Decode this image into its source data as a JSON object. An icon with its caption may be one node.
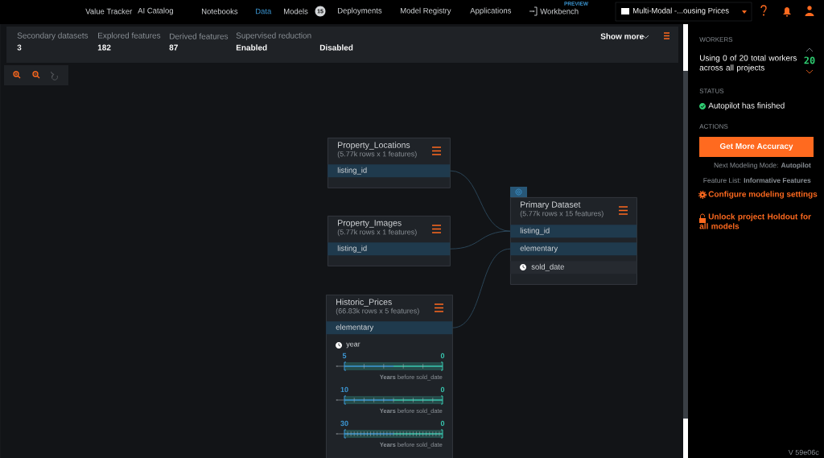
{
  "diagram": {
    "nodes": [
      {
        "text": [
          "Property_Locations",
          "(5.77k rows x 1 features)"
        ]
      },
      {
        "text": [
          "listing_id"
        ],
        "in": 0
      },
      {
        "text": [
          "Property_Images",
          "(5.77k rows x 1 features)"
        ]
      },
      {
        "text": [
          "listing_id"
        ],
        "in": 2
      },
      {
        "text": [
          "Primary Dataset",
          "(5.77k rows x 15 features)"
        ]
      },
      {
        "text": [
          "listing_id"
        ],
        "in": 4
      },
      {
        "text": [
          "elementary"
        ],
        "in": 4
      },
      {
        "text": [
          "sold_date"
        ],
        "in": 4
      },
      {
        "text": [
          "Historic_Prices",
          "(66.83k rows x 5 features)"
        ]
      },
      {
        "text": [
          "elementary"
        ],
        "in": 8
      }
    ],
    "edges": [
      {
        "from": 1,
        "to": 5,
        "arrow": "none"
      },
      {
        "from": 3,
        "to": 5,
        "arrow": "none"
      },
      {
        "from": 9,
        "to": 6,
        "arrow": "none"
      }
    ],
    "labels": [
      "Value Tracker",
      "AI Catalog",
      "Notebooks",
      "Data",
      "Models",
      "15",
      "Deployments",
      "Model Registry",
      "Applications",
      "Workbench",
      "PREVIEW",
      "Multi-Modal -...ousing Prices",
      "Secondary datasets",
      "Explored features",
      "Derived features",
      "Supervised reduction",
      "3",
      "182",
      "87",
      "Enabled",
      "Disabled",
      "Show more",
      "WORKERS",
      "Using 0 of 20 total workers across all projects",
      "20",
      "STATUS",
      "Autopilot has finished",
      "ACTIONS",
      "Get More Accuracy",
      "Next Modeling Mode: **Autopilot**",
      "Feature List: **Informative Features**",
      "Configure modeling settings",
      "Unlock project Holdout for all models",
      "year",
      "5",
      "0",
      "**Years** before sold_date",
      "10",
      "0",
      "**Years** before sold_date",
      "30",
      "0",
      "**Years** before sold_date",
      "V 59e06c"
    ]
  }
}
